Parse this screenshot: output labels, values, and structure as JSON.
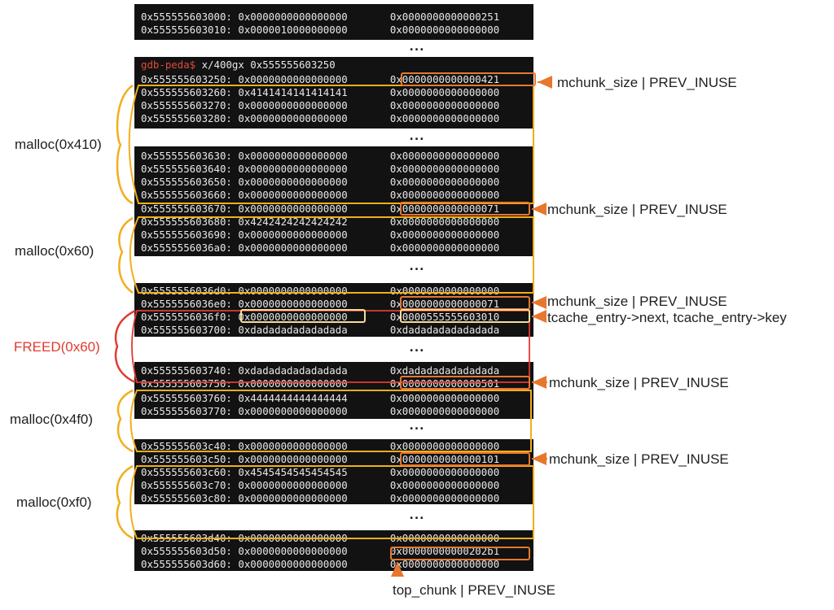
{
  "top_block": {
    "rows": [
      {
        "addr": "0x555555603000:",
        "v1": "0x0000000000000000",
        "v2": "0x0000000000000251"
      },
      {
        "addr": "0x555555603010:",
        "v1": "0x0000010000000000",
        "v2": "0x0000000000000000"
      }
    ]
  },
  "ellipsis": "...",
  "command": {
    "prompt": "gdb-peda$",
    "text": " x/400gx 0x555555603250"
  },
  "blocks": [
    {
      "rows": [
        {
          "addr": "0x555555603250:",
          "v1": "0x0000000000000000",
          "v2": "0x0000000000000421"
        },
        {
          "addr": "0x555555603260:",
          "v1": "0x4141414141414141",
          "v2": "0x0000000000000000"
        },
        {
          "addr": "0x555555603270:",
          "v1": "0x0000000000000000",
          "v2": "0x0000000000000000"
        },
        {
          "addr": "0x555555603280:",
          "v1": "0x0000000000000000",
          "v2": "0x0000000000000000"
        }
      ]
    },
    {
      "rows": [
        {
          "addr": "0x555555603630:",
          "v1": "0x0000000000000000",
          "v2": "0x0000000000000000"
        },
        {
          "addr": "0x555555603640:",
          "v1": "0x0000000000000000",
          "v2": "0x0000000000000000"
        },
        {
          "addr": "0x555555603650:",
          "v1": "0x0000000000000000",
          "v2": "0x0000000000000000"
        },
        {
          "addr": "0x555555603660:",
          "v1": "0x0000000000000000",
          "v2": "0x0000000000000000"
        },
        {
          "addr": "0x555555603670:",
          "v1": "0x0000000000000000",
          "v2": "0x0000000000000071"
        },
        {
          "addr": "0x555555603680:",
          "v1": "0x4242424242424242",
          "v2": "0x0000000000000000"
        },
        {
          "addr": "0x555555603690:",
          "v1": "0x0000000000000000",
          "v2": "0x0000000000000000"
        },
        {
          "addr": "0x5555556036a0:",
          "v1": "0x0000000000000000",
          "v2": "0x0000000000000000"
        }
      ]
    },
    {
      "rows": [
        {
          "addr": "0x5555556036d0:",
          "v1": "0x0000000000000000",
          "v2": "0x0000000000000000"
        },
        {
          "addr": "0x5555556036e0:",
          "v1": "0x0000000000000000",
          "v2": "0x0000000000000071"
        },
        {
          "addr": "0x5555556036f0:",
          "v1": "0x0000000000000000",
          "v2": "0x0000555555603010"
        },
        {
          "addr": "0x555555603700:",
          "v1": "0xdadadadadadadada",
          "v2": "0xdadadadadadadada"
        }
      ]
    },
    {
      "rows": [
        {
          "addr": "0x555555603740:",
          "v1": "0xdadadadadadadada",
          "v2": "0xdadadadadadadada"
        },
        {
          "addr": "0x555555603750:",
          "v1": "0x0000000000000000",
          "v2": "0x0000000000000501"
        },
        {
          "addr": "0x555555603760:",
          "v1": "0x4444444444444444",
          "v2": "0x0000000000000000"
        },
        {
          "addr": "0x555555603770:",
          "v1": "0x0000000000000000",
          "v2": "0x0000000000000000"
        }
      ]
    },
    {
      "rows": [
        {
          "addr": "0x555555603c40:",
          "v1": "0x0000000000000000",
          "v2": "0x0000000000000000"
        },
        {
          "addr": "0x555555603c50:",
          "v1": "0x0000000000000000",
          "v2": "0x0000000000000101"
        },
        {
          "addr": "0x555555603c60:",
          "v1": "0x4545454545454545",
          "v2": "0x0000000000000000"
        },
        {
          "addr": "0x555555603c70:",
          "v1": "0x0000000000000000",
          "v2": "0x0000000000000000"
        },
        {
          "addr": "0x555555603c80:",
          "v1": "0x0000000000000000",
          "v2": "0x0000000000000000"
        }
      ]
    },
    {
      "rows": [
        {
          "addr": "0x555555603d40:",
          "v1": "0x0000000000000000",
          "v2": "0x0000000000000000"
        },
        {
          "addr": "0x555555603d50:",
          "v1": "0x0000000000000000",
          "v2": "0x00000000000202b1"
        },
        {
          "addr": "0x555555603d60:",
          "v1": "0x0000000000000000",
          "v2": "0x0000000000000000"
        }
      ]
    }
  ],
  "annotations": {
    "chunk_size": "mchunk_size | PREV_INUSE",
    "tcache": "tcache_entry->next, tcache_entry->key",
    "top_chunk": "top_chunk | PREV_INUSE"
  },
  "side_labels": {
    "malloc_410": "malloc(0x410)",
    "malloc_60": "malloc(0x60)",
    "freed_60": "FREED(0x60)",
    "malloc_4f0": "malloc(0x4f0)",
    "malloc_f0": "malloc(0xf0)"
  },
  "colors": {
    "terminal_bg": "#121212",
    "prompt": "#e24a3b",
    "chunk_bracket": "#f2ae1c",
    "size_box": "#e8772e",
    "freed": "#e23b32",
    "tcache_box": "#f3dd9a"
  }
}
